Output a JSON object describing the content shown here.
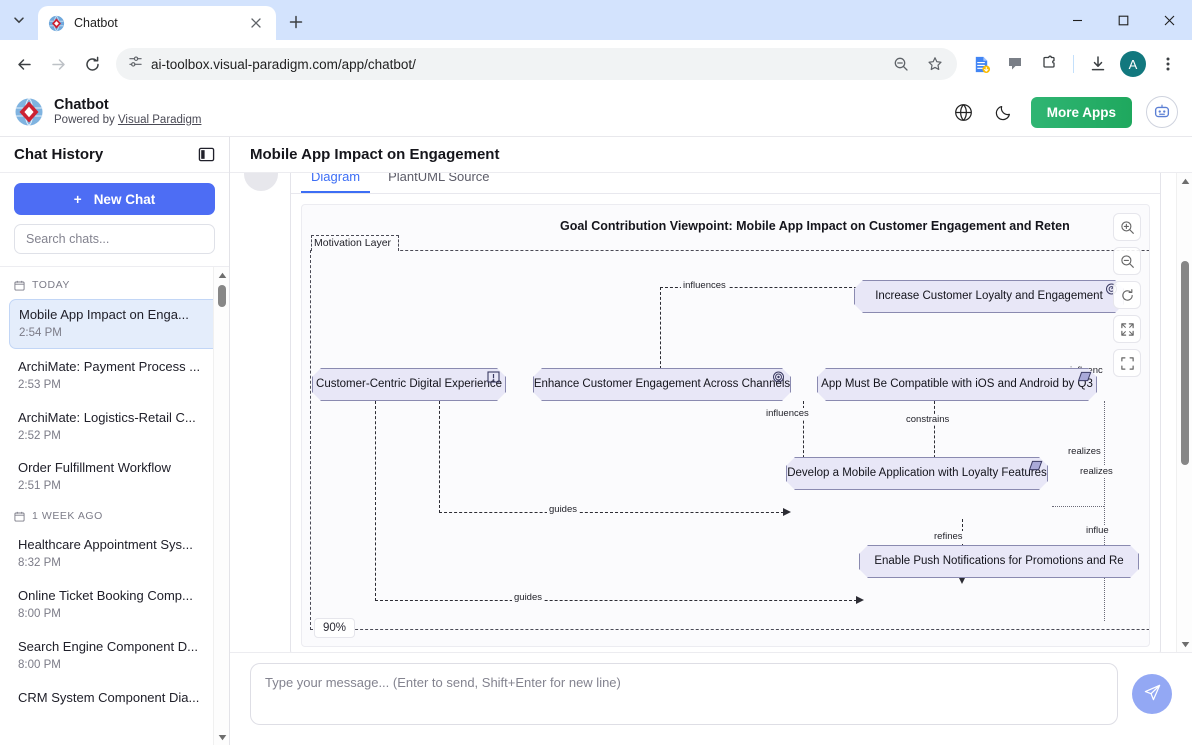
{
  "browser": {
    "tab": {
      "title": "Chatbot",
      "favicon": "visual-paradigm-icon",
      "close_label": "✕"
    },
    "new_tab_label": "+",
    "url": "ai-toolbox.visual-paradigm.com/app/chatbot/",
    "profile_initial": "A",
    "window_controls": {
      "minimize": "—",
      "maximize": "□",
      "close": "✕"
    }
  },
  "app_header": {
    "title": "Chatbot",
    "powered_prefix": "Powered by ",
    "powered_link": "Visual Paradigm",
    "more_apps_label": "More Apps",
    "language_icon": "globe-icon",
    "theme_icon": "moon-icon",
    "bot_icon": "chatbot-avatar-icon"
  },
  "sidebar": {
    "heading": "Chat History",
    "collapse_icon": "panel-collapse-icon",
    "new_chat_label": "New Chat",
    "new_chat_plus": "+",
    "search_placeholder": "Search chats...",
    "search_value": "",
    "groups": [
      {
        "label": "TODAY",
        "items": [
          {
            "name": "Mobile App Impact on Enga...",
            "time": "2:54 PM",
            "active": true
          },
          {
            "name": "ArchiMate: Payment Process ...",
            "time": "2:53 PM",
            "active": false
          },
          {
            "name": "ArchiMate: Logistics-Retail C...",
            "time": "2:52 PM",
            "active": false
          },
          {
            "name": "Order Fulfillment Workflow",
            "time": "2:51 PM",
            "active": false
          }
        ]
      },
      {
        "label": "1 WEEK AGO",
        "items": [
          {
            "name": "Healthcare Appointment Sys...",
            "time": "8:32 PM",
            "active": false
          },
          {
            "name": "Online Ticket Booking Comp...",
            "time": "8:00 PM",
            "active": false
          },
          {
            "name": "Search Engine Component D...",
            "time": "8:00 PM",
            "active": false
          },
          {
            "name": "CRM System Component Dia...",
            "time": "",
            "active": false
          }
        ]
      }
    ]
  },
  "main": {
    "title": "Mobile App Impact on Engagement",
    "tabs": [
      {
        "label": "Diagram",
        "active": true
      },
      {
        "label": "PlantUML Source",
        "active": false
      }
    ],
    "zoom_level": "90%",
    "zoom_tools": [
      {
        "icon": "zoom-in-icon"
      },
      {
        "icon": "zoom-out-icon"
      },
      {
        "icon": "reset-zoom-icon"
      },
      {
        "icon": "fullscreen-icon"
      },
      {
        "icon": "fit-to-screen-icon"
      }
    ]
  },
  "diagram": {
    "title": "Goal Contribution Viewpoint: Mobile App Impact on Customer Engagement and Reten",
    "layer_label": "Motivation Layer",
    "nodes": [
      {
        "id": "n1",
        "label": "Customer-Centric Digital Experience",
        "icon": "principle-icon"
      },
      {
        "id": "n2",
        "label": "Enhance Customer Engagement Across Channels",
        "icon": "goal-icon"
      },
      {
        "id": "n3",
        "label": "App Must Be Compatible with iOS and Android by Q3",
        "icon": "requirement-icon"
      },
      {
        "id": "n4",
        "label": "Increase Customer Loyalty and Engagement",
        "icon": "outcome-icon"
      },
      {
        "id": "n5",
        "label": "Develop a Mobile Application with Loyalty Features",
        "icon": "requirement-icon"
      },
      {
        "id": "n6",
        "label": "Enable Push Notifications for Promotions and Re",
        "icon": "requirement-icon"
      }
    ],
    "edge_labels": [
      "influences",
      "influences",
      "constrains",
      "guides",
      "guides",
      "refines",
      "realizes",
      "realizes",
      "influenc",
      "influe"
    ]
  },
  "composer": {
    "placeholder": "Type your message... (Enter to send, Shift+Enter for new line)",
    "value": "",
    "send_icon": "send-paper-plane-icon"
  },
  "colors": {
    "accent_blue": "#4d6df4",
    "tab_active_blue": "#3d6ef5",
    "more_apps_green": "#2fb573",
    "node_fill": "#e8e7f7",
    "node_stroke": "#8a8ab0",
    "chrome_tabstrip": "#d3e3fd"
  }
}
